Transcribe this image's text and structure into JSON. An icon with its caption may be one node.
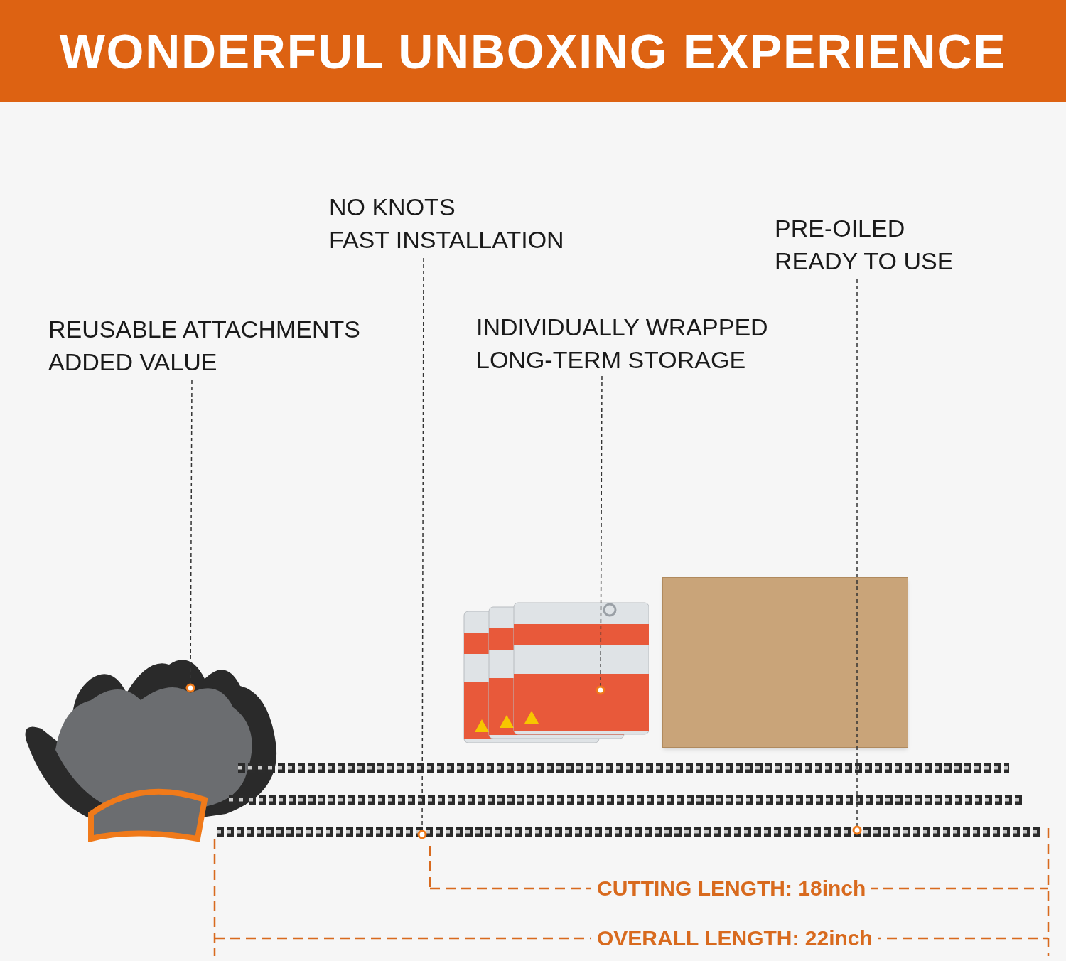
{
  "diagram": {
    "title": "WONDERFUL UNBOXING EXPERIENCE",
    "nodes": [
      {
        "text": [
          "REUSABLE ATTACHMENTS",
          "ADDED VALUE"
        ]
      },
      {
        "text": [
          "NO KNOTS",
          "FAST INSTALLATION"
        ]
      },
      {
        "text": [
          "INDIVIDUALLY WRAPPED",
          "LONG-TERM STORAGE"
        ]
      },
      {
        "text": [
          "PRE-OILED",
          "READY TO USE"
        ]
      },
      {
        "text": [],
        "shape": "picture"
      },
      {
        "text": [],
        "shape": "picture"
      },
      {
        "text": [],
        "shape": "picture"
      }
    ],
    "edges": [
      {
        "from": 0,
        "to": 4,
        "arrow": "other",
        "style": "dashed"
      },
      {
        "from": 1,
        "to": 6,
        "arrow": "other",
        "style": "dashed"
      },
      {
        "from": 2,
        "to": 5,
        "arrow": "other",
        "style": "dashed"
      },
      {
        "from": 3,
        "to": 6,
        "arrow": "other",
        "style": "dashed"
      }
    ],
    "labels": [
      "CUTTING LENGTH: 18inch",
      "OVERALL LENGTH: 22inch"
    ]
  }
}
